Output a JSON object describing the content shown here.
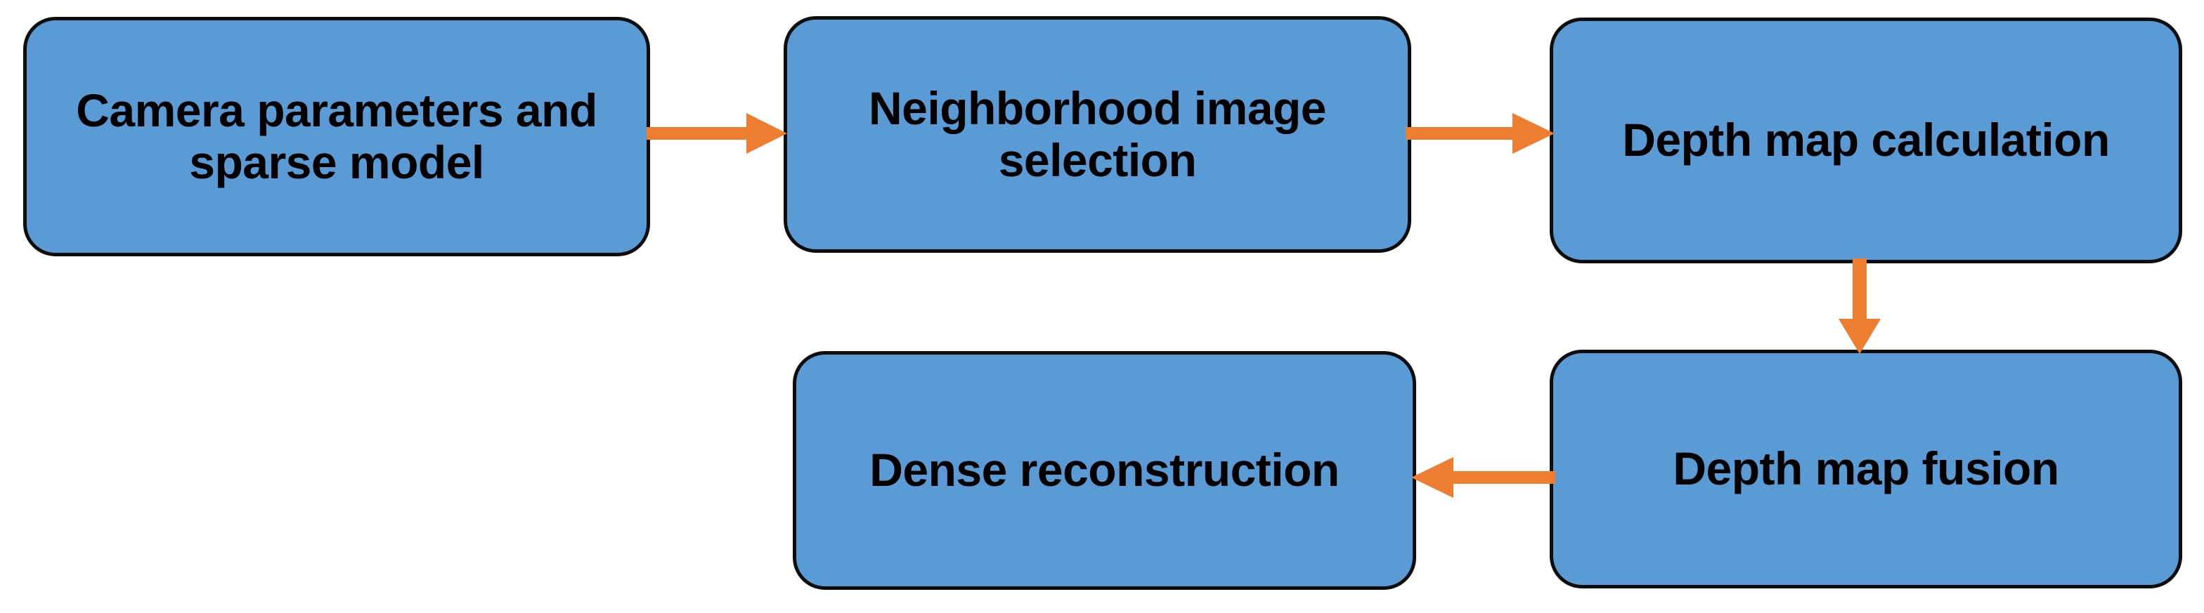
{
  "diagram": {
    "title": "Dense reconstruction pipeline flowchart",
    "colors": {
      "node_fill": "#5B9BD5",
      "node_border": "#0D0D0D",
      "arrow": "#ED7D31",
      "background": "#FFFFFF",
      "text": "#000000"
    },
    "nodes": [
      {
        "id": "camera-params",
        "label": "Camera parameters and sparse model",
        "row": 1,
        "col": 1
      },
      {
        "id": "neighborhood",
        "label": "Neighborhood image selection",
        "row": 1,
        "col": 2
      },
      {
        "id": "depth-calc",
        "label": "Depth map calculation",
        "row": 1,
        "col": 3
      },
      {
        "id": "dense-recon",
        "label": "Dense reconstruction",
        "row": 2,
        "col": 2
      },
      {
        "id": "depth-fusion",
        "label": "Depth map fusion",
        "row": 2,
        "col": 3
      }
    ],
    "edges": [
      {
        "id": "edge-1",
        "from": "camera-params",
        "to": "neighborhood",
        "direction": "right",
        "label": ""
      },
      {
        "id": "edge-2",
        "from": "neighborhood",
        "to": "depth-calc",
        "direction": "right",
        "label": ""
      },
      {
        "id": "edge-3",
        "from": "depth-calc",
        "to": "depth-fusion",
        "direction": "down",
        "label": ""
      },
      {
        "id": "edge-4",
        "from": "depth-fusion",
        "to": "dense-recon",
        "direction": "left",
        "label": ""
      }
    ]
  }
}
